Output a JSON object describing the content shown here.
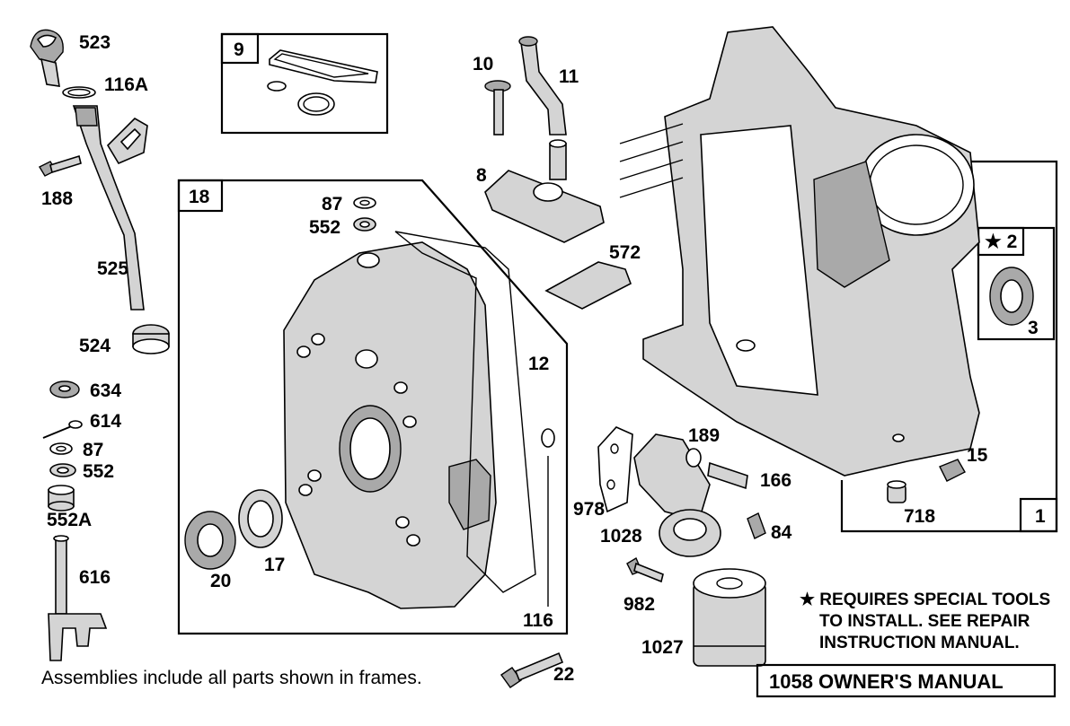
{
  "labels": {
    "p523": "523",
    "p116a": "116A",
    "p188": "188",
    "p525": "525",
    "p524": "524",
    "p634": "634",
    "p614": "614",
    "p87a": "87",
    "p552a": "552",
    "p552A": "552A",
    "p616": "616",
    "p9": "9",
    "p10": "10",
    "p11": "11",
    "p8": "8",
    "p572": "572",
    "p18": "18",
    "p87b": "87",
    "p552b": "552",
    "p12": "12",
    "p116": "116",
    "p17": "17",
    "p20": "20",
    "p22": "22",
    "p2": "★ 2",
    "p3": "3",
    "p1": "1",
    "p189": "189",
    "p166": "166",
    "p15": "15",
    "p718": "718",
    "p978": "978",
    "p1028": "1028",
    "p84": "84",
    "p982": "982",
    "p1027": "1027"
  },
  "notes": {
    "special_line1": "★ REQUIRES SPECIAL TOOLS",
    "special_line2": "TO INSTALL.  SEE REPAIR",
    "special_line3": "INSTRUCTION MANUAL.",
    "assemblies": "Assemblies include all parts shown in frames.",
    "manual": "1058 OWNER'S MANUAL"
  }
}
